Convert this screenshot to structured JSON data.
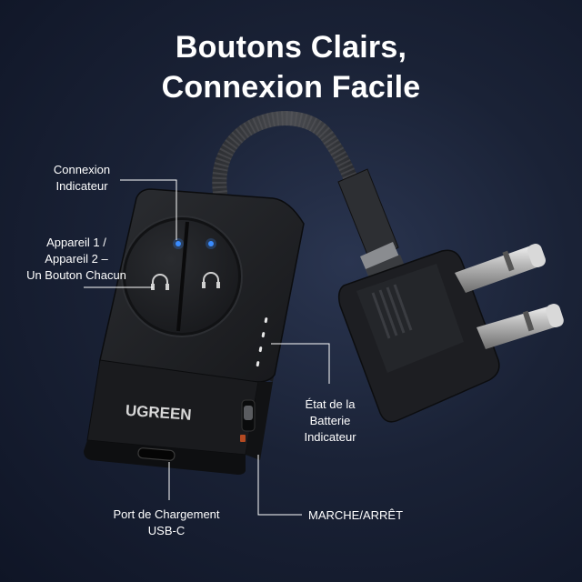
{
  "headline": {
    "line1": "Boutons Clairs,",
    "line2": "Connexion Facile"
  },
  "callouts": {
    "connexion": {
      "line1": "Connexion",
      "line2": "Indicateur"
    },
    "appareil": {
      "line1": "Appareil 1 /",
      "line2": "Appareil 2 –",
      "line3": "Un Bouton Chacun"
    },
    "batterie": {
      "line1": "État de la",
      "line2": "Batterie",
      "line3": "Indicateur"
    },
    "port": {
      "line1": "Port de Chargement",
      "line2": "USB-C"
    },
    "marche": {
      "line1": "MARCHE/ARRÊT"
    }
  },
  "device": {
    "brand_logo": "UGREEN",
    "button_icons": [
      "headphones-icon",
      "headphones-icon"
    ],
    "led_color": "#3a8dff"
  },
  "colors": {
    "background": "#1a2236",
    "text": "#ffffff",
    "device_body": "#1c1d20"
  }
}
